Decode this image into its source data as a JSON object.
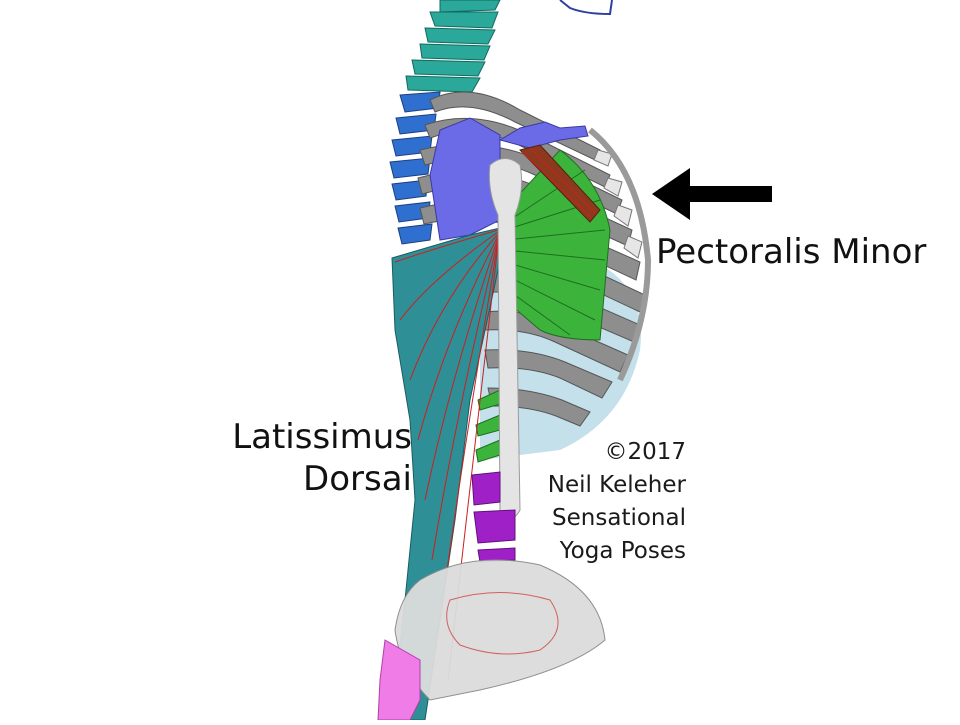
{
  "labels": {
    "pectoralis_minor": "Pectoralis Minor",
    "latissimus_line1": "Latissimus",
    "latissimus_line2": "Dorsai"
  },
  "copyright": {
    "line1": "©2017",
    "line2": "Neil Keleher",
    "line3": "Sensational",
    "line4": "Yoga Poses"
  },
  "colors": {
    "scapula": "#6b6be8",
    "latissimus": "#2f8f96",
    "pectoralis_major": "#3cb43c",
    "pectoralis_minor": "#8b3a1e",
    "ribs": "#8e8e8e",
    "rib_cartilage": "#e6e6e6",
    "humerus": "#e4e4e4",
    "lung": "#b8dbe8",
    "vertebrae_cervical": "#2aa89a",
    "vertebrae_thoracic": "#2f6fd0",
    "vertebrae_lumbar": "#a020c8",
    "pelvis": "#dcdcdc",
    "hip_muscle": "#f07ce8",
    "fiber_lines": "#cc1f1f",
    "arrow": "#000000"
  }
}
